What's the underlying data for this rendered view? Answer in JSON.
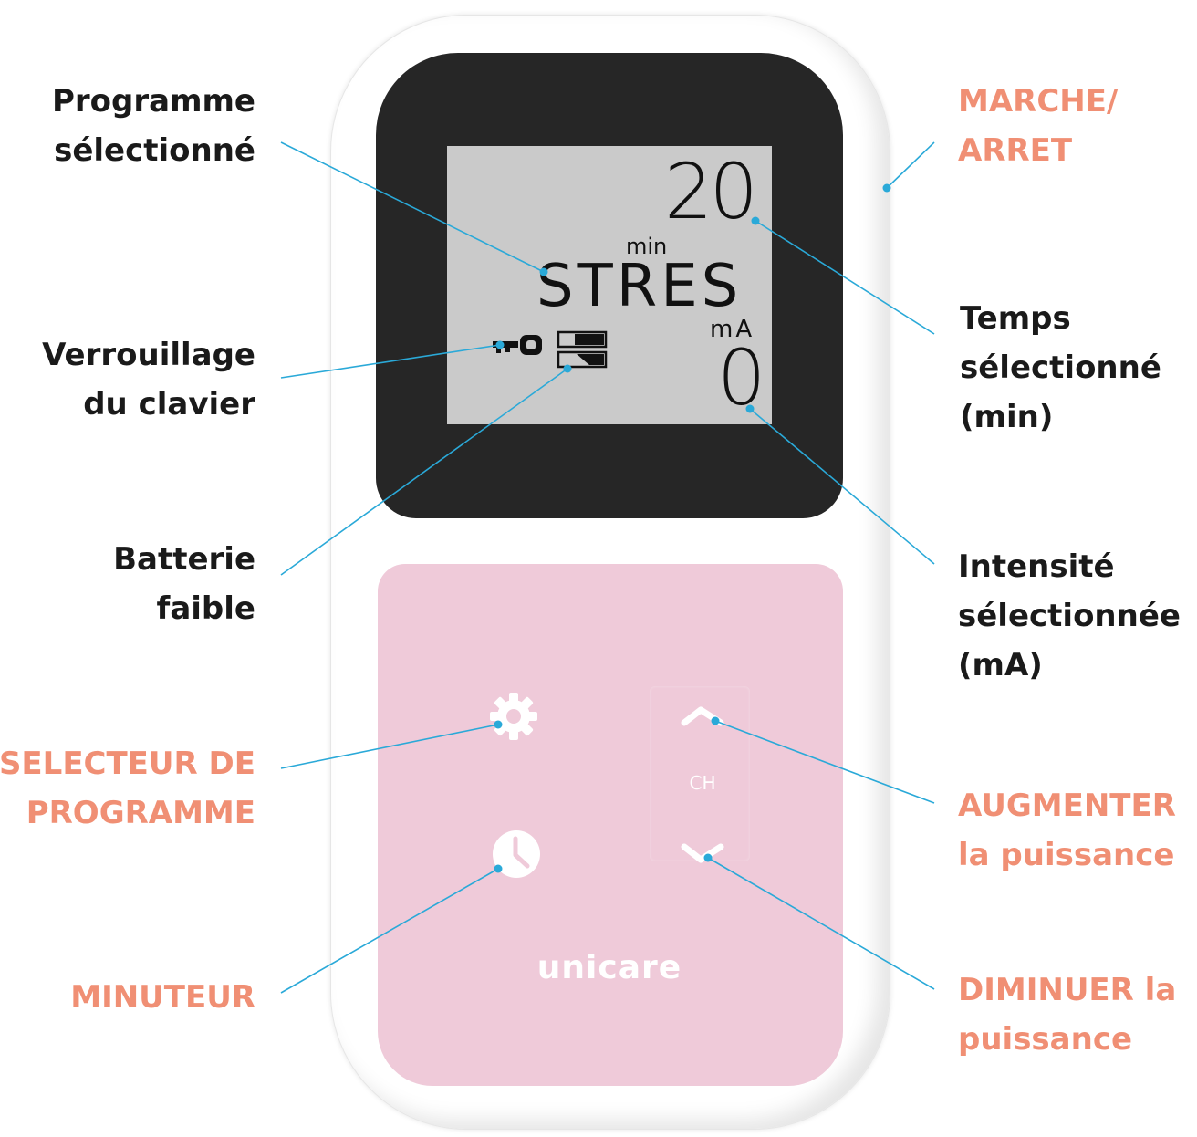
{
  "labels": {
    "programme": [
      "Programme",
      "sélectionné"
    ],
    "verrouillage": [
      "Verrouillage",
      "du clavier"
    ],
    "batterie": [
      "Batterie",
      "faible"
    ],
    "selecteur": [
      "SELECTEUR DE",
      "PROGRAMME"
    ],
    "minuteur": [
      "MINUTEUR"
    ],
    "marche": [
      "MARCHE/",
      "ARRET"
    ],
    "temps": [
      "Temps",
      "sélectionné",
      "(min)"
    ],
    "intensite": [
      "Intensité",
      "sélectionnée",
      "(mA)"
    ],
    "augmenter": [
      "AUGMENTER",
      "la puissance"
    ],
    "diminuer": [
      "DIMINUER la",
      "puissance"
    ]
  },
  "lcd": {
    "time": "20",
    "time_unit": "min",
    "program": "STRES",
    "intensity_unit": "mA",
    "intensity": "0"
  },
  "buttons": {
    "channel": "CH"
  },
  "brand": "unicare",
  "colors": {
    "accent": "#f08f74",
    "leader": "#2aa9d8",
    "pad": "#efcad9",
    "screen": "#262626",
    "lcd": "#cacaca"
  },
  "icons": [
    "key-icon",
    "battery-icon",
    "gear-icon",
    "clock-icon",
    "chevron-up-icon",
    "chevron-down-icon"
  ]
}
